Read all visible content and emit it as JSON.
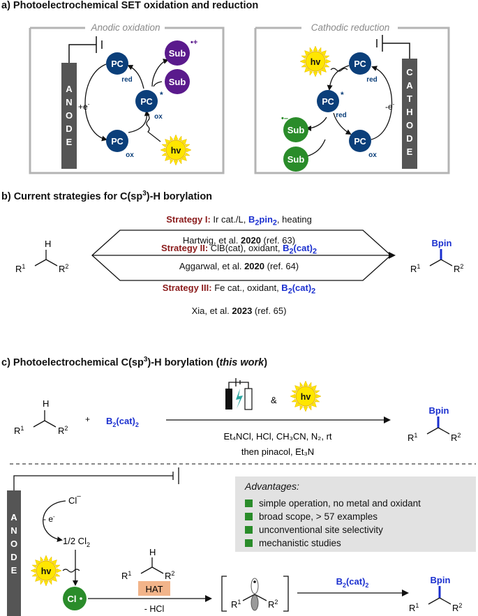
{
  "section_a": {
    "header": "a) Photoelectrochemical SET oxidation and reduction",
    "anodic_title": "Anodic oxidation",
    "cathodic_title": "Cathodic reduction",
    "anode_letters": [
      "A",
      "N",
      "O",
      "D",
      "E"
    ],
    "cathode_letters": [
      "C",
      "A",
      "T",
      "H",
      "O",
      "D",
      "E"
    ],
    "pc": "PC",
    "red": "red",
    "ox": "ox",
    "star": "*",
    "hv": "hv",
    "sub": "Sub",
    "sub_radical_cation": "•+",
    "sub_radical_anion": "•–",
    "plus_e": "+e",
    "minus_e": "-e",
    "e_sup": "-"
  },
  "section_b": {
    "header_pre": "b) Current strategies for C(sp",
    "header_sup": "3",
    "header_post": ")-H borylation",
    "s1_label": "Strategy I:",
    "s1_text": " Ir cat./L, ",
    "s1_reagent": "B",
    "s1_reagent_sub": "2",
    "s1_reagent_post": "pin",
    "s1_reagent_sub2": "2",
    "s1_tail": ", heating",
    "s1_ref_pre": "Hartwig, et al. ",
    "s1_year": "2020",
    "s1_ref_post": " (ref. 63)",
    "s2_label": "Strategy II:",
    "s2_text": " ClB(cat), oxidant, ",
    "s2_reagent": "B",
    "s2_reagent_sub": "2",
    "s2_reagent_post": "(cat)",
    "s2_reagent_sub2": "2",
    "s2_ref_pre": "Aggarwal, et al. ",
    "s2_year": "2020",
    "s2_ref_post": " (ref. 64)",
    "s3_label": "Strategy III:",
    "s3_text": " Fe cat., oxidant, ",
    "s3_reagent": "B",
    "s3_reagent_sub": "2",
    "s3_reagent_post": "(cat)",
    "s3_reagent_sub2": "2",
    "s3_ref_pre": "Xia, et al. ",
    "s3_year": "2023",
    "s3_ref_post": " (ref. 65)",
    "bpin": "Bpin",
    "H": "H",
    "R": "R",
    "one": "1",
    "two": "2"
  },
  "section_c": {
    "header_pre": "c) Photoelectrochemical C(sp",
    "header_sup": "3",
    "header_mid": ")-H borylation (",
    "header_italic": "this work",
    "header_post": ")",
    "plus": "+",
    "reagent": "B",
    "reagent_sub": "2",
    "reagent_post": "(cat)",
    "reagent_sub2": "2",
    "amp": "&",
    "hv": "hv",
    "cond1": "Et₄NCl, HCl, CH₃CN, N₂, rt",
    "cond2": "then pinacol, Et₃N",
    "bpin": "Bpin",
    "H": "H",
    "R": "R",
    "one": "1",
    "two": "2",
    "anode_letters": [
      "A",
      "N",
      "O",
      "D",
      "E"
    ],
    "cl_minus": "Cl",
    "minus": "–",
    "minus_e": "- e",
    "e_sup": "-",
    "half_cl2": "1/2 Cl",
    "cl2_sub": "2",
    "cl_radical": "Cl",
    "hat": "HAT",
    "minus_hcl": "- HCl",
    "b2cat2": "B",
    "b2_sub": "2",
    "b2_post": "(cat)",
    "b2_sub2": "2"
  },
  "advantages": {
    "title": "Advantages:",
    "items": [
      "simple operation, no metal and oxidant",
      "broad scope, > 57 examples",
      "unconventional site selectivity",
      "mechanistic studies"
    ]
  },
  "colors": {
    "pc_blue": "#0b3f7a",
    "sub_purple": "#5a1a8c",
    "sub_green": "#2a8c2a",
    "strategy_red": "#8a1a1a",
    "reagent_blue": "#1a2fcf",
    "hat_orange": "#f2b48a",
    "electrode_gray": "#555555",
    "sun_yellow": "#ffe600"
  }
}
